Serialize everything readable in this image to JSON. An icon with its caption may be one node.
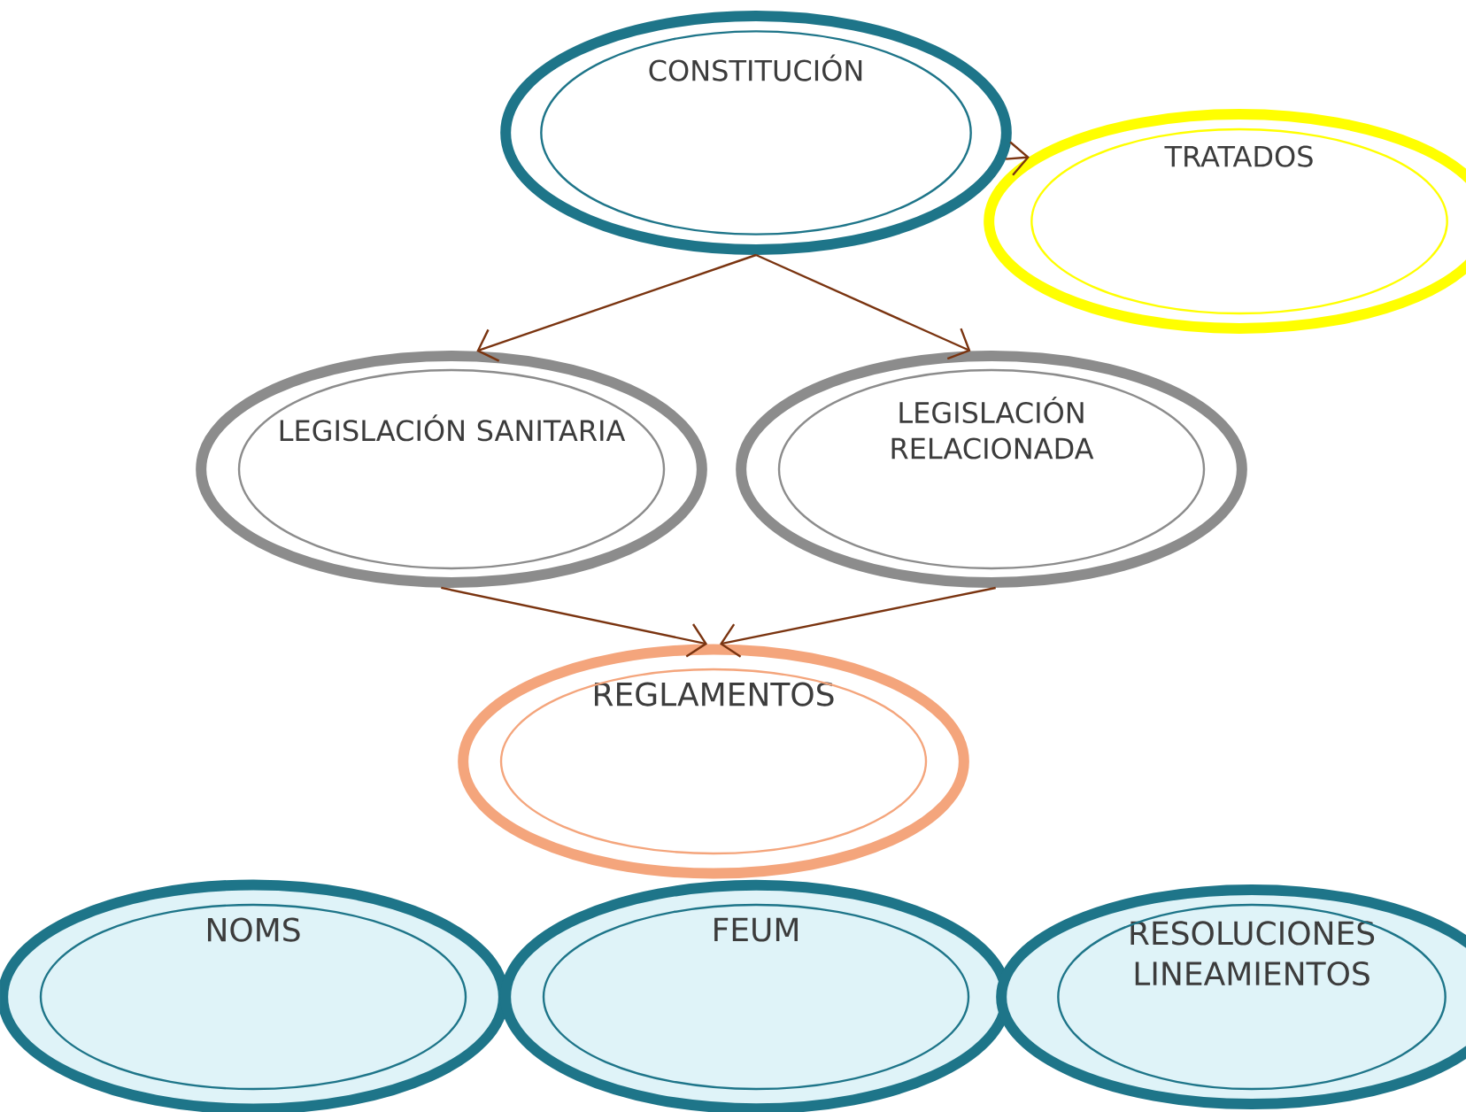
{
  "diagram": {
    "nodes": [
      {
        "text": [
          "CONSTITUCIÓN"
        ]
      },
      {
        "text": [
          "TRATADOS"
        ]
      },
      {
        "text": [
          "LEGISLACIÓN SANITARIA"
        ]
      },
      {
        "text": [
          "LEGISLACIÓN RELACIONADA"
        ]
      },
      {
        "text": [
          "REGLAMENTOS"
        ]
      },
      {
        "text": [
          "NOMS"
        ]
      },
      {
        "text": [
          "FEUM"
        ]
      },
      {
        "text": [
          "RESOLUCIONES LINEAMIENTOS"
        ]
      }
    ],
    "edges": [
      {
        "from": 0,
        "to": 1,
        "arrow": "to"
      },
      {
        "from": 0,
        "to": 2,
        "arrow": "to"
      },
      {
        "from": 0,
        "to": 3,
        "arrow": "to"
      },
      {
        "from": 2,
        "to": 4,
        "arrow": "to"
      },
      {
        "from": 3,
        "to": 4,
        "arrow": "to"
      }
    ]
  }
}
